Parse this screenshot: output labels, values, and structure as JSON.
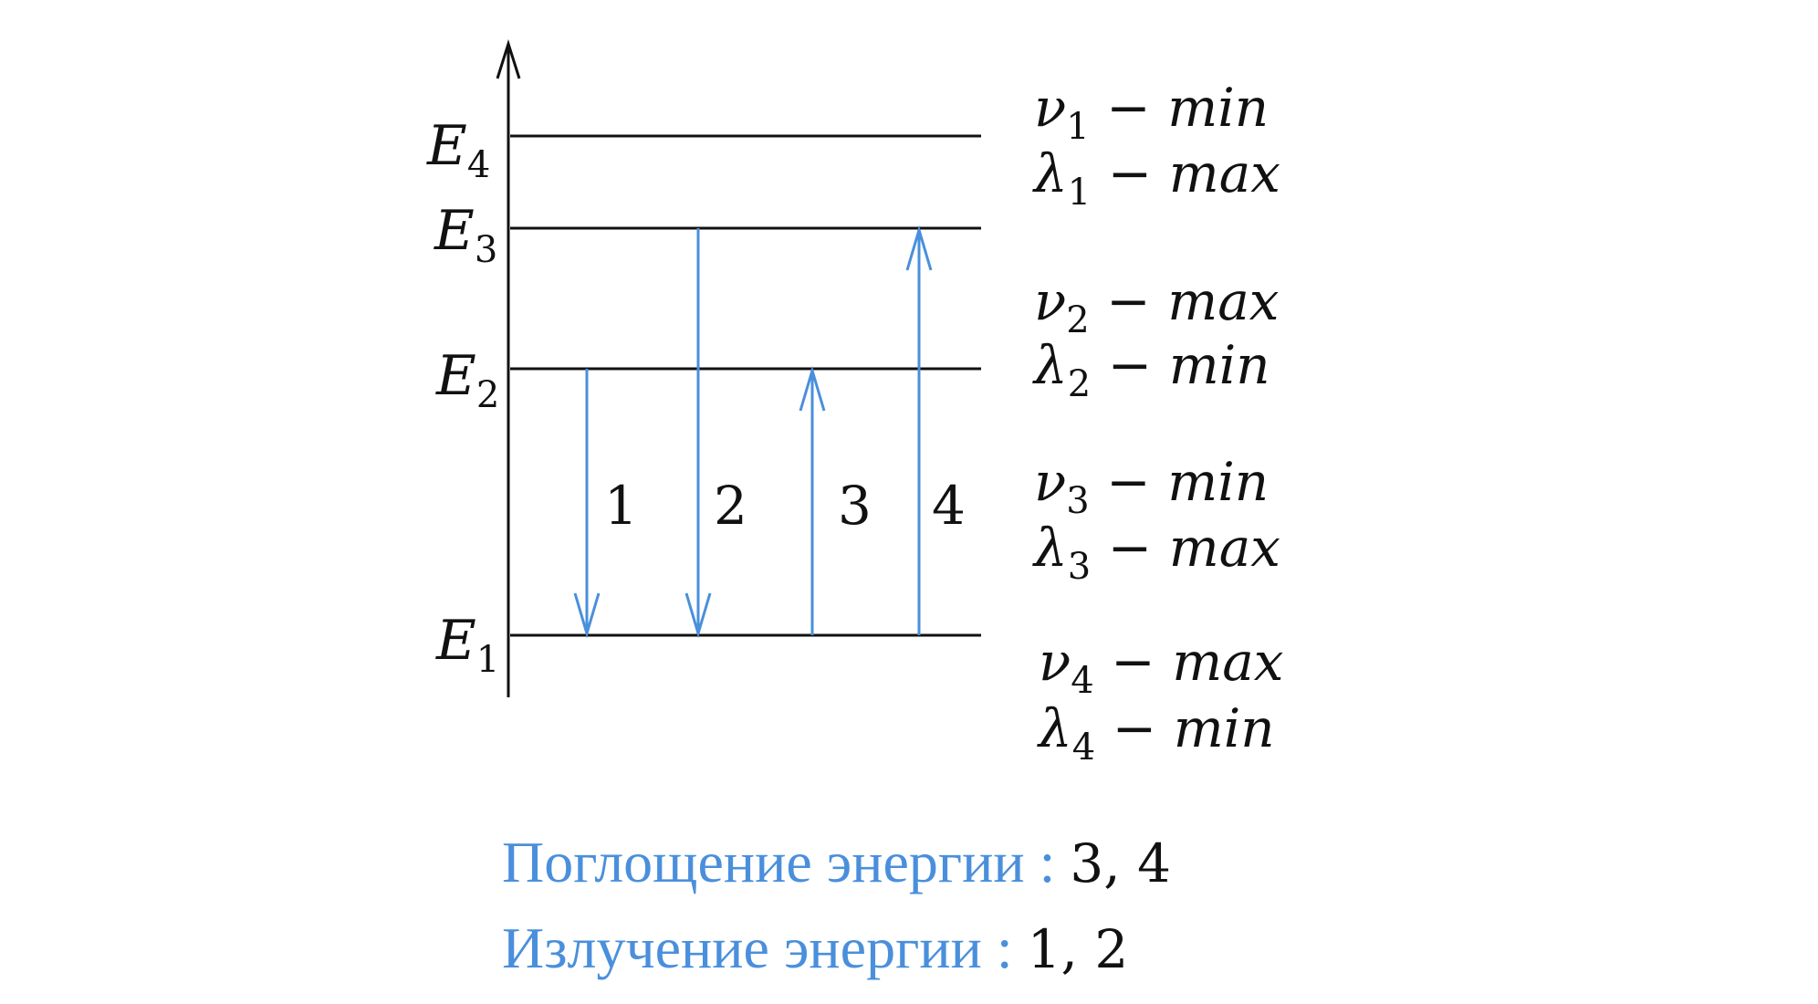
{
  "diagram": {
    "colors": {
      "arrow": "#4a8fdc",
      "line": "#111111",
      "accent_text": "#4a8fdc"
    },
    "levels": [
      {
        "name": "E",
        "sub": "4"
      },
      {
        "name": "E",
        "sub": "3"
      },
      {
        "name": "E",
        "sub": "2"
      },
      {
        "name": "E",
        "sub": "1"
      }
    ],
    "transitions": [
      {
        "label": "1",
        "from": "E2",
        "to": "E1"
      },
      {
        "label": "2",
        "from": "E3",
        "to": "E1"
      },
      {
        "label": "3",
        "from": "E1",
        "to": "E2"
      },
      {
        "label": "4",
        "from": "E1",
        "to": "E3"
      }
    ],
    "properties": [
      {
        "nu": "ν",
        "nu_sub": "1",
        "nu_text": " − min",
        "lambda": "λ",
        "lambda_sub": "1",
        "lambda_text": " − max"
      },
      {
        "nu": "ν",
        "nu_sub": "2",
        "nu_text": " − max",
        "lambda": "λ",
        "lambda_sub": "2",
        "lambda_text": " − min"
      },
      {
        "nu": "ν",
        "nu_sub": "3",
        "nu_text": " − min",
        "lambda": "λ",
        "lambda_sub": "3",
        "lambda_text": " − max"
      },
      {
        "nu": "ν",
        "nu_sub": "4",
        "nu_text": " − max",
        "lambda": "λ",
        "lambda_sub": "4",
        "lambda_text": " − min"
      }
    ]
  },
  "summary": {
    "absorption_label": "Поглощение энергии :",
    "absorption_value": "3,  4",
    "emission_label": "Излучение энергии :",
    "emission_value": "1, 2"
  }
}
